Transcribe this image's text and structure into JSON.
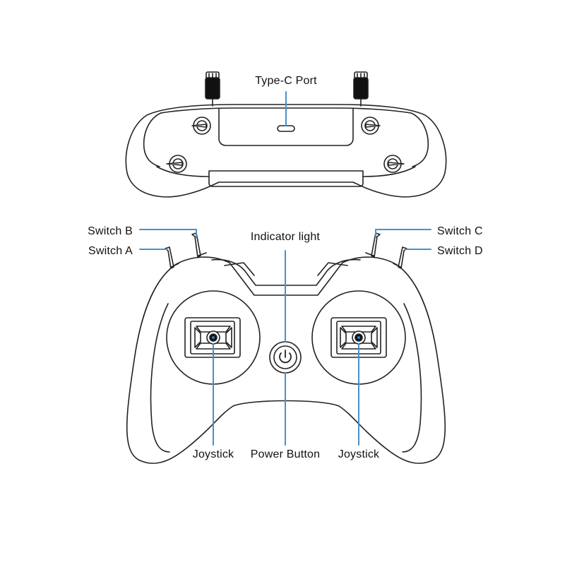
{
  "labels": {
    "type_c_port": "Type-C Port",
    "switch_b": "Switch B",
    "switch_a": "Switch A",
    "indicator_light": "Indicator light",
    "switch_c": "Switch C",
    "switch_d": "Switch D",
    "joystick_left": "Joystick",
    "power_button": "Power Button",
    "joystick_right": "Joystick"
  },
  "colors": {
    "outline": "#222222",
    "leader_line": "#4a90c8",
    "power_accent": "#2f7fc0",
    "background": "#ffffff"
  },
  "icons": {
    "power": "power-icon",
    "joystick": "joystick-icon",
    "toggle_switch": "toggle-switch-icon",
    "antenna": "antenna-icon",
    "usb_c": "usb-c-port-icon"
  }
}
